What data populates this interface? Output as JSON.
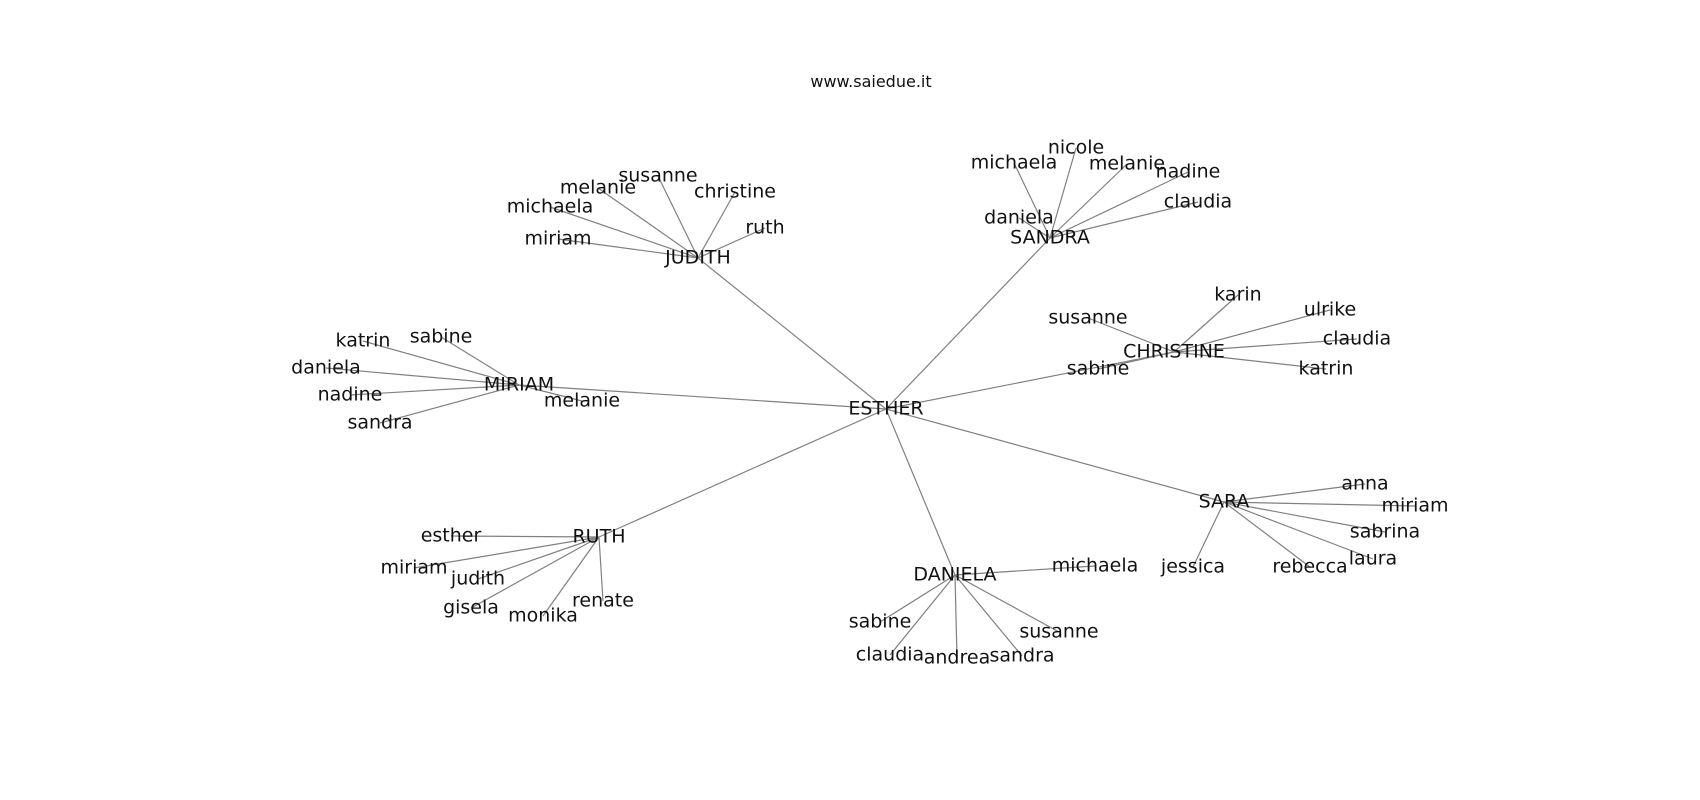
{
  "header": {
    "site": "www.saiedue.it"
  },
  "graph": {
    "root": "ESTHER",
    "hubs": [
      {
        "id": "judith",
        "label": "JUDITH",
        "children": [
          "miriam",
          "michaela",
          "melanie",
          "susanne",
          "christine",
          "ruth"
        ]
      },
      {
        "id": "sandra",
        "label": "SANDRA",
        "children": [
          "daniela",
          "michaela",
          "nicole",
          "melanie",
          "nadine",
          "claudia"
        ]
      },
      {
        "id": "christine",
        "label": "CHRISTINE",
        "children": [
          "susanne",
          "karin",
          "ulrike",
          "claudia",
          "katrin",
          "sabine"
        ]
      },
      {
        "id": "miriam",
        "label": "MIRIAM",
        "children": [
          "katrin",
          "sabine",
          "daniela",
          "nadine",
          "sandra",
          "melanie"
        ]
      },
      {
        "id": "sara",
        "label": "SARA",
        "children": [
          "anna",
          "miriam",
          "sabrina",
          "laura",
          "rebecca",
          "jessica"
        ]
      },
      {
        "id": "daniela",
        "label": "DANIELA",
        "children": [
          "michaela",
          "sabine",
          "claudia",
          "andrea",
          "sandra",
          "susanne"
        ]
      },
      {
        "id": "ruth",
        "label": "RUTH",
        "children": [
          "esther",
          "miriam",
          "judith",
          "gisela",
          "monika",
          "renate"
        ]
      }
    ]
  }
}
